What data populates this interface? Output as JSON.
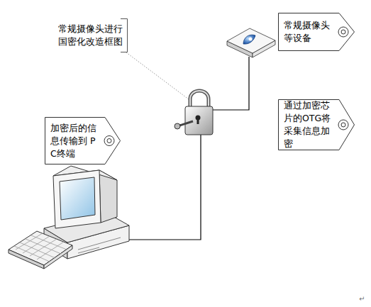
{
  "diagram": {
    "nodes": [
      {
        "text": [
          "常规摄像头进行 国密化改造框图"
        ]
      },
      {
        "text": [
          "常规摄像头 等设备"
        ]
      },
      {
        "text": [
          "通过加密芯 片的OTG将 采集信息加 密"
        ]
      },
      {
        "text": [
          "加密后的信 息传输到 PC终端"
        ]
      }
    ],
    "labels": [
      "↵"
    ]
  }
}
